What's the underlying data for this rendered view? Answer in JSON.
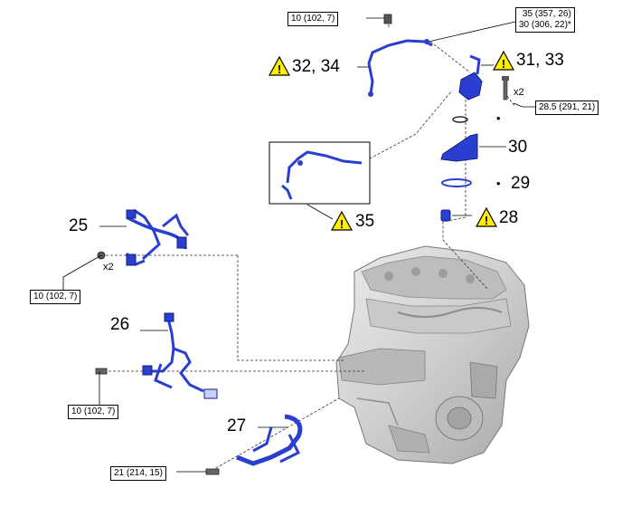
{
  "callouts": {
    "c25": "25",
    "c26": "26",
    "c27": "27",
    "c28": "28",
    "c29": "29",
    "c30": "30",
    "c31_33": "31, 33",
    "c32_34": "32, 34",
    "c35": "35"
  },
  "torques": {
    "t_top_bolt": "10 (102, 7)",
    "t_top_right_line1": "35 (357, 26)",
    "t_top_right_line2": "30 (306, 22)*",
    "t_right": "28.5 (291, 21)",
    "t_left_25": "10 (102, 7)",
    "t_left_26": "10 (102, 7)",
    "t_bottom_27": "21 (214, 15)"
  },
  "quantities": {
    "q_right": "x2",
    "q_left": "x2"
  },
  "bullets": {
    "b_oring": "•",
    "b_29": "•"
  },
  "warning_symbol": "!",
  "colors": {
    "part_blue": "#2a3fd0",
    "part_blue_dark": "#13207a",
    "warning_yellow": "#ffee00",
    "engine_gray": "#d6d6d6",
    "engine_dark": "#9a9a9a"
  }
}
